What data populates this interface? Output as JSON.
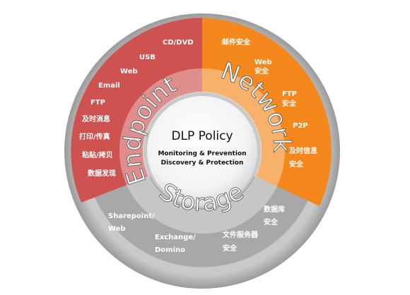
{
  "center": {
    "title": "DLP Policy",
    "line1": "Monitoring & Prevention",
    "line2": "Discovery & Protection"
  },
  "segments": {
    "endpoint": {
      "title": "Endpoint",
      "color": "#cd5250",
      "items": [
        "CD/DVD",
        "USB",
        "Web",
        "Email",
        "FTP",
        "及时消息",
        "打印/传真",
        "粘贴/拷贝",
        "数据发现"
      ]
    },
    "network": {
      "title": "Network",
      "color": "#f5881c",
      "items": [
        "邮件安全",
        "Web",
        "安全",
        "FTP",
        "安全",
        "P2P",
        "及时信息",
        "安全"
      ]
    },
    "storage": {
      "title": "Storage",
      "color": "#a8a8a8",
      "items": [
        "Sharepoint/",
        "Web",
        "Exchange/",
        "Domino",
        "文件服务器",
        "安全",
        "数据库",
        "安全"
      ]
    }
  }
}
